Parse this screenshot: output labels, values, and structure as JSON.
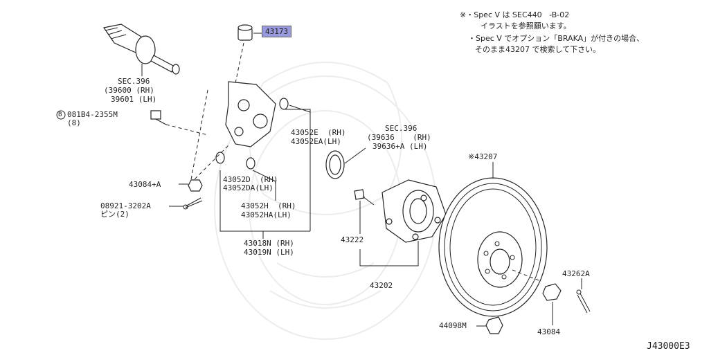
{
  "notes": {
    "line1_prefix": "※",
    "line1": "・Spec V は SEC440   -B-02",
    "line2": "イラストを参照願います。",
    "line3": "・Spec V でオプション「BRAKA」が付きの場合、",
    "line4": "そのまま43207 で検索して下さい。"
  },
  "diagram_code": "J43000E3",
  "callouts": {
    "p43173": "43173",
    "sec396_a": "SEC.396",
    "sec396_a_l1": "(39600 (RH)",
    "sec396_a_l2": "39601 (LH)",
    "bolt_b": "B",
    "bolt": "081B4-2355M",
    "bolt_qty": "(8)",
    "p43052e": "43052E  (RH)",
    "p43052ea": "43052EA(LH)",
    "sec396_b": "SEC.396",
    "sec396_b_l1": "(39636    (RH)",
    "sec396_b_l2": "39636+A (LH)",
    "p43207": "※43207",
    "p43084a": "43084+A",
    "p43052d": "43052D  (RH)",
    "p43052da": "43052DA(LH)",
    "p08921": "08921-3202A",
    "p08921_sub": "ピン(2)",
    "p43052h": "43052H  (RH)",
    "p43052ha": "43052HA(LH)",
    "p43222": "43222",
    "p43018n": "43018N (RH)",
    "p43019n": "43019N (LH)",
    "p43202": "43202",
    "p43262a": "43262A",
    "p44098m": "44098M",
    "p43084": "43084"
  },
  "colors": {
    "highlight": "#9999dd",
    "ink": "#222222",
    "watermark": "#ececec"
  }
}
